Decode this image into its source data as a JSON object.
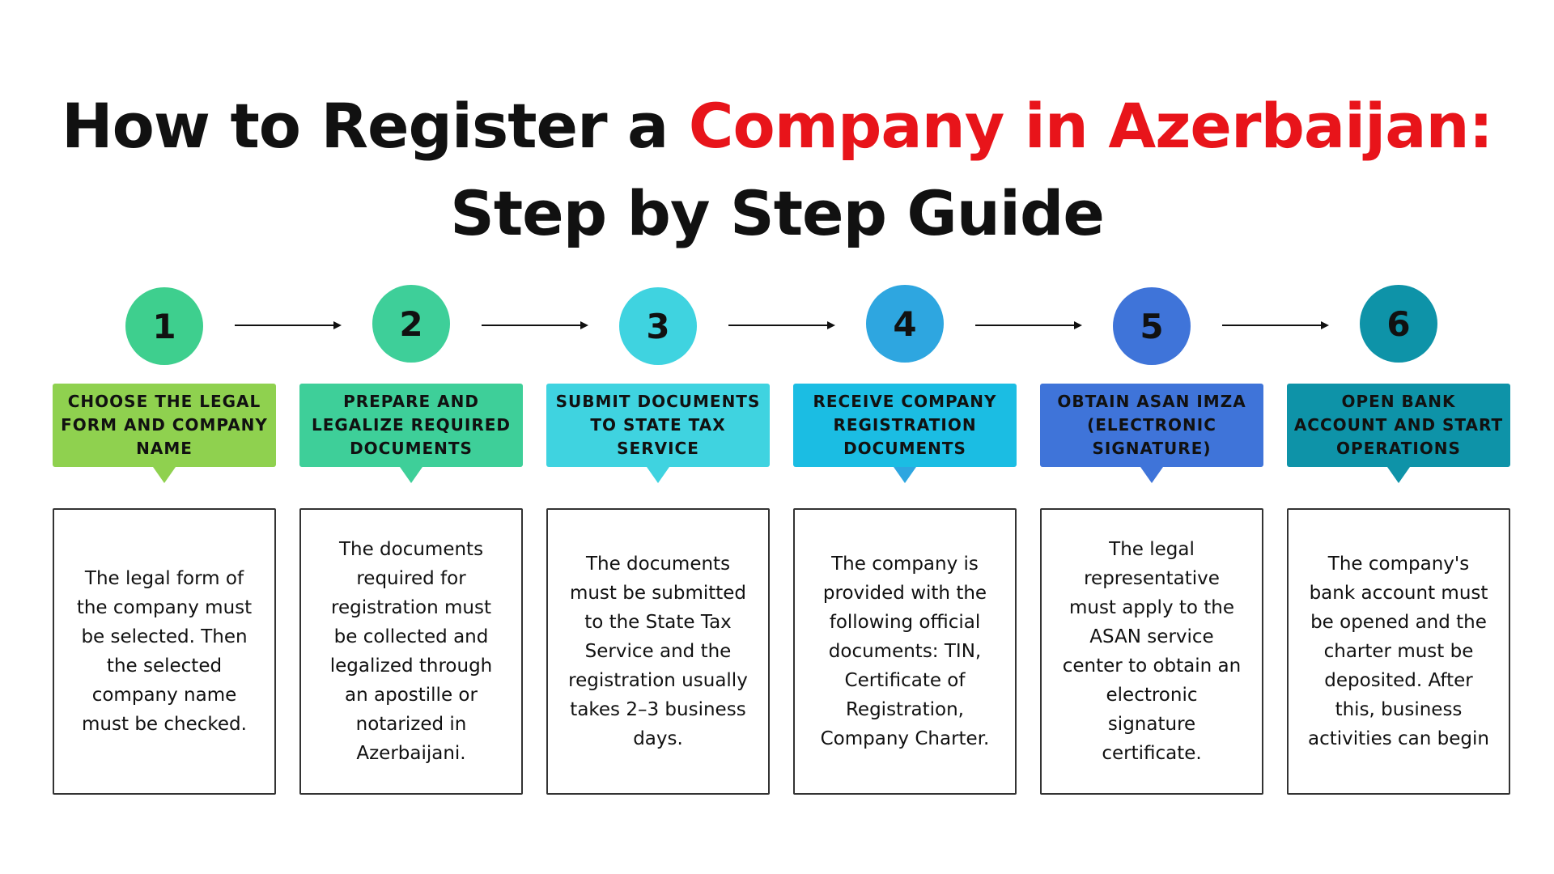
{
  "title": {
    "part1": "How to Register a ",
    "highlight": "Company in Azerbaijan:",
    "line2": "Step by Step Guide"
  },
  "colors": {
    "accent": "#e8141a",
    "steps": [
      "#8fd14f",
      "#3ecf99",
      "#3fd3e0",
      "#2ea6e0",
      "#3f74d9",
      "#0e93a8"
    ]
  },
  "steps": [
    {
      "number": "1",
      "label": "CHOOSE THE LEGAL FORM AND COMPANY NAME",
      "description": "The legal form of the company must be selected. Then  the selected company name must be checked."
    },
    {
      "number": "2",
      "label": "PREPARE AND LEGALIZE REQUIRED DOCUMENTS",
      "description": "The documents required for registration must be collected and legalized through an apostille or notarized in Azerbaijani."
    },
    {
      "number": "3",
      "label": "SUBMIT DOCUMENTS TO STATE TAX SERVICE",
      "description": "The documents must be submitted to the State Tax Service and the registration usually takes 2–3 business days."
    },
    {
      "number": "4",
      "label": "RECEIVE COMPANY REGISTRATION DOCUMENTS",
      "description": "The company is provided with the following official documents: TIN, Certificate of Registration, Company Charter."
    },
    {
      "number": "5",
      "label": "OBTAIN ASAN IMZA (ELECTRONIC SIGNATURE)",
      "description": "The legal representative must apply to the ASAN service center to obtain an electronic signature certificate."
    },
    {
      "number": "6",
      "label": "OPEN BANK ACCOUNT AND START OPERATIONS",
      "description": "The company's bank account must be opened and the charter must be deposited. After this, business activities can begin"
    }
  ]
}
